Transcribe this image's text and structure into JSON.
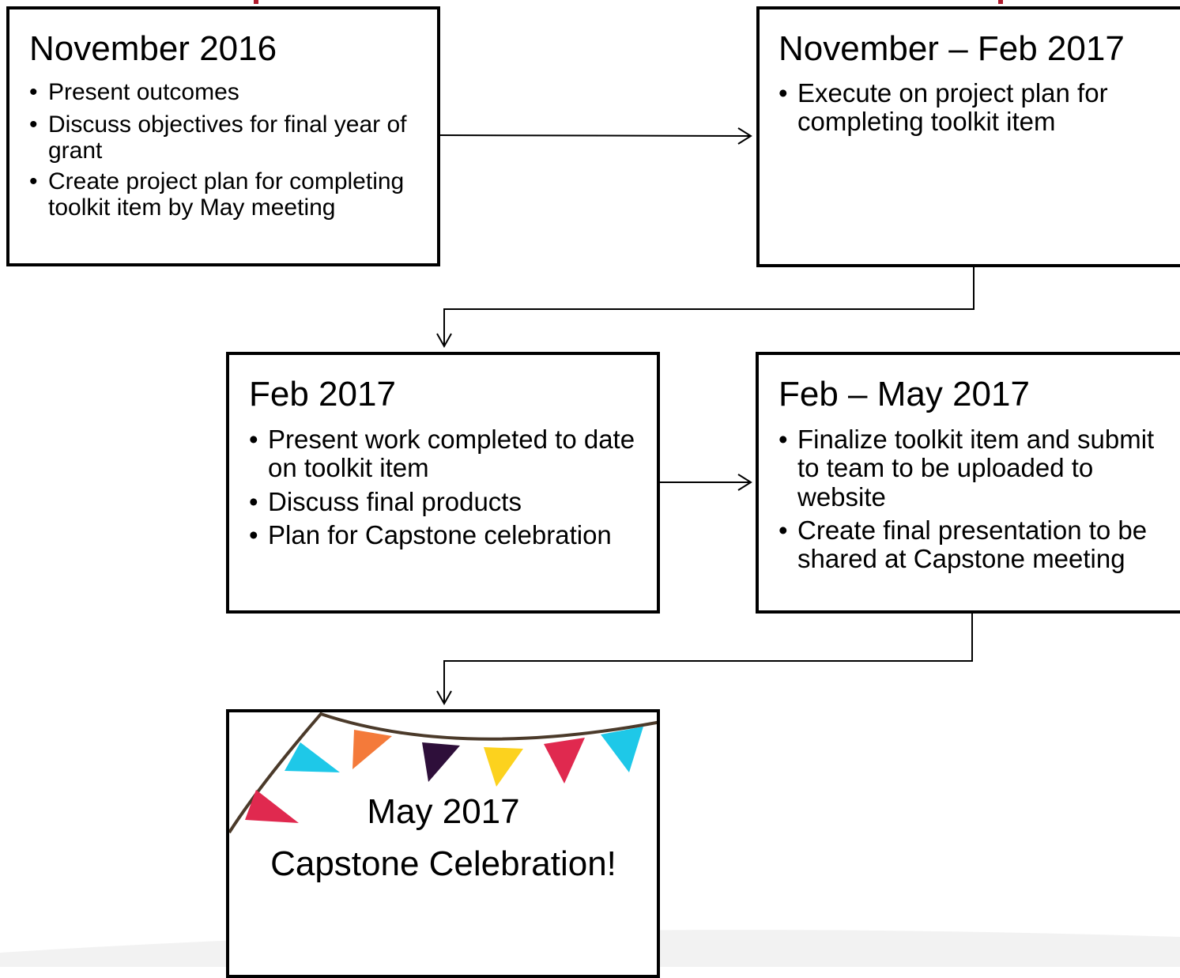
{
  "diagram": {
    "boxes": [
      {
        "title": "November 2016",
        "bullets": [
          "Present outcomes",
          "Discuss objectives for final year of grant",
          "Create project plan for completing toolkit item by May meeting"
        ]
      },
      {
        "title": "November – Feb 2017",
        "bullets": [
          "Execute on project plan for completing toolkit item"
        ]
      },
      {
        "title": "Feb 2017",
        "bullets": [
          "Present work completed to date on toolkit item",
          "Discuss final products",
          "Plan for Capstone celebration"
        ]
      },
      {
        "title": "Feb – May 2017",
        "bullets": [
          "Finalize toolkit item and submit to team to be uploaded to website",
          "Create final presentation to be shared at Capstone meeting"
        ]
      }
    ],
    "celebration": {
      "date": "May 2017",
      "title": "Capstone Celebration!"
    },
    "colors": {
      "box_border": "#000000",
      "connector": "#000000",
      "string": "#4b3a2a",
      "flags": [
        "#e0294f",
        "#1ec8e8",
        "#f47a3a",
        "#2e0f3a",
        "#fcd21e",
        "#e0294f",
        "#1ec8e8"
      ],
      "accent_red": "#b01c2e",
      "background_swoosh": "#f2f2f2"
    }
  }
}
